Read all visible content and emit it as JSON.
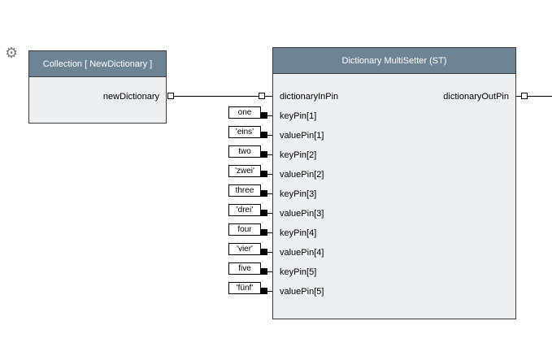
{
  "icons": {
    "gear": "⚙"
  },
  "colors": {
    "node_header_bg": "#6d8494",
    "node_body_bg": "#edf0f2",
    "wire": "#000000",
    "canvas_bg": "#ffffff"
  },
  "collection_node": {
    "title": "Collection [ NewDictionary ]",
    "output_label": "newDictionary"
  },
  "multisetter_node": {
    "title": "Dictionary MultiSetter (ST)",
    "input_label": "dictionaryInPin",
    "output_label": "dictionaryOutPin",
    "rows": [
      {
        "constant": "one",
        "pin": "keyPin[1]"
      },
      {
        "constant": "'eins'",
        "pin": "valuePin[1]"
      },
      {
        "constant": "two",
        "pin": "keyPin[2]"
      },
      {
        "constant": "'zwei'",
        "pin": "valuePin[2]"
      },
      {
        "constant": "three",
        "pin": "keyPin[3]"
      },
      {
        "constant": "'drei'",
        "pin": "valuePin[3]"
      },
      {
        "constant": "four",
        "pin": "keyPin[4]"
      },
      {
        "constant": "'vier'",
        "pin": "valuePin[4]"
      },
      {
        "constant": "five",
        "pin": "keyPin[5]"
      },
      {
        "constant": "'fünf'",
        "pin": "valuePin[5]"
      }
    ]
  }
}
